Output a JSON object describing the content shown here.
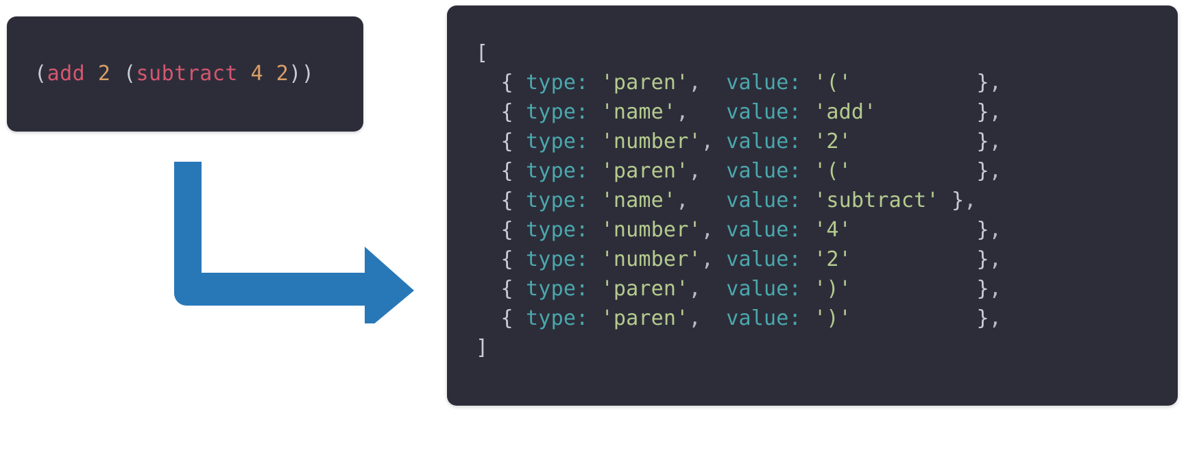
{
  "input": {
    "label": "input-source-code",
    "tokens": [
      {
        "text": "(",
        "kind": "paren"
      },
      {
        "text": "add",
        "kind": "name"
      },
      {
        "text": " ",
        "kind": "plain"
      },
      {
        "text": "2",
        "kind": "number"
      },
      {
        "text": " ",
        "kind": "plain"
      },
      {
        "text": "(",
        "kind": "paren"
      },
      {
        "text": "subtract",
        "kind": "name"
      },
      {
        "text": " ",
        "kind": "plain"
      },
      {
        "text": "4",
        "kind": "number"
      },
      {
        "text": " ",
        "kind": "plain"
      },
      {
        "text": "2",
        "kind": "number"
      },
      {
        "text": ")",
        "kind": "paren"
      },
      {
        "text": ")",
        "kind": "paren"
      }
    ],
    "plain_text": "(add 2 (subtract 4 2))"
  },
  "arrow": {
    "name": "elbow-arrow-right",
    "color": "#2878b8",
    "direction": "down-then-right"
  },
  "output": {
    "open_bracket": "[",
    "close_bracket": "]",
    "key_type": "type:",
    "key_value": "value:",
    "open_brace": "{",
    "close_brace": "}",
    "comma": ",",
    "rows": [
      {
        "type": "'paren'",
        "value": "'('",
        "type_pad": "  ",
        "value_pad": "          "
      },
      {
        "type": "'name'",
        "value": "'add'",
        "type_pad": "   ",
        "value_pad": "        "
      },
      {
        "type": "'number'",
        "value": "'2'",
        "type_pad": " ",
        "value_pad": "          "
      },
      {
        "type": "'paren'",
        "value": "'('",
        "type_pad": "  ",
        "value_pad": "          "
      },
      {
        "type": "'name'",
        "value": "'subtract'",
        "type_pad": "   ",
        "value_pad": " "
      },
      {
        "type": "'number'",
        "value": "'4'",
        "type_pad": " ",
        "value_pad": "          "
      },
      {
        "type": "'number'",
        "value": "'2'",
        "type_pad": " ",
        "value_pad": "          "
      },
      {
        "type": "'paren'",
        "value": "')'",
        "type_pad": "  ",
        "value_pad": "          "
      },
      {
        "type": "'paren'",
        "value": "')'",
        "type_pad": "  ",
        "value_pad": "          "
      }
    ]
  },
  "colors": {
    "panel_background": "#2d2d3a",
    "page_background": "#ffffff",
    "arrow_blue": "#2878b8",
    "token_key_cyan": "#4aa8ac",
    "token_string_green": "#b5cc8e",
    "token_punct_gray": "#c9ccd4",
    "input_name_pink": "#d4576f",
    "input_number_tan": "#d9a066"
  }
}
